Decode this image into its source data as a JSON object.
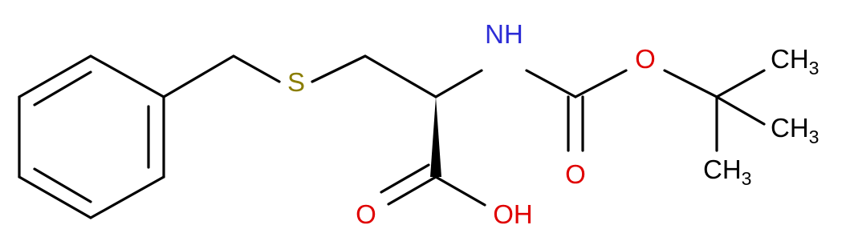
{
  "molecule": {
    "colors": {
      "bond": "#000000",
      "sulfur": "#8a7d00",
      "nitrogen": "#2c2cd6",
      "oxygen": "#e00000"
    },
    "atoms": {
      "sulfur": "S",
      "amine_nh": "NH",
      "ester_o": "O",
      "carbamate_carbonyl_o": "O",
      "acid_carbonyl_o": "O",
      "acid_oh": "OH",
      "methyl_top": {
        "main": "CH",
        "sub": "3"
      },
      "methyl_middle": {
        "main": "CH",
        "sub": "3"
      },
      "methyl_bottom": {
        "main": "CH",
        "sub": "3"
      }
    },
    "stereo": "wedge"
  }
}
